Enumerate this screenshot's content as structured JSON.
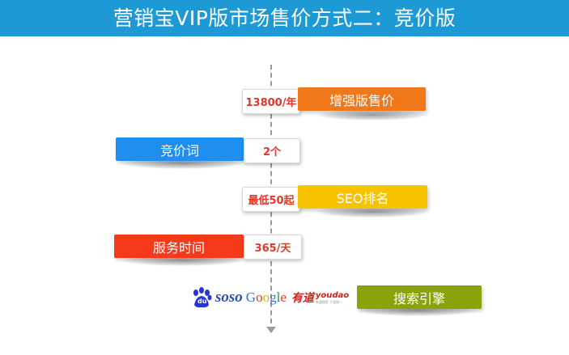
{
  "header": {
    "title": "营销宝VIP版市场售价方式二：竞价版"
  },
  "rows": [
    {
      "value": "13800/年",
      "label": "增强版售价",
      "color": "#f07818"
    },
    {
      "value": "2个",
      "label": "竞价词",
      "color": "#1e8ff0"
    },
    {
      "value": "最低50起",
      "label": "SEO排名",
      "color": "#f7c300"
    },
    {
      "value": "365/天",
      "label": "服务时间",
      "color": "#f53a1a"
    },
    {
      "label": "搜索引擎",
      "color": "#8ca20a"
    }
  ],
  "search_logos": {
    "baidu": "du",
    "soso": "soso",
    "google": {
      "G": "G",
      "o1": "o",
      "o2": "o",
      "g": "g",
      "l": "l",
      "e": "e"
    },
    "youdao": {
      "cn": "有道",
      "en": "youdao",
      "slogan": "有道搜索 千里挑一"
    }
  }
}
